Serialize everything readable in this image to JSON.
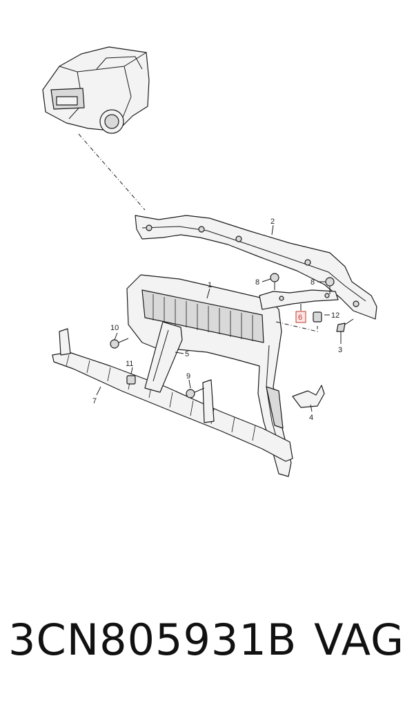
{
  "diagram": {
    "callouts": [
      "1",
      "2",
      "3",
      "4",
      "5",
      "6",
      "7",
      "8",
      "8",
      "9",
      "10",
      "11",
      "12"
    ],
    "highlighted_callout": "6",
    "icons": [
      "vehicle-icon",
      "lock-carrier-icon",
      "bumper-bracket-icon",
      "bolt-icon",
      "clip-icon",
      "bracket-icon",
      "deflector-icon",
      "crossmember-icon"
    ]
  },
  "footer": {
    "part_number": "3CN805931B",
    "brand": "VAG"
  }
}
